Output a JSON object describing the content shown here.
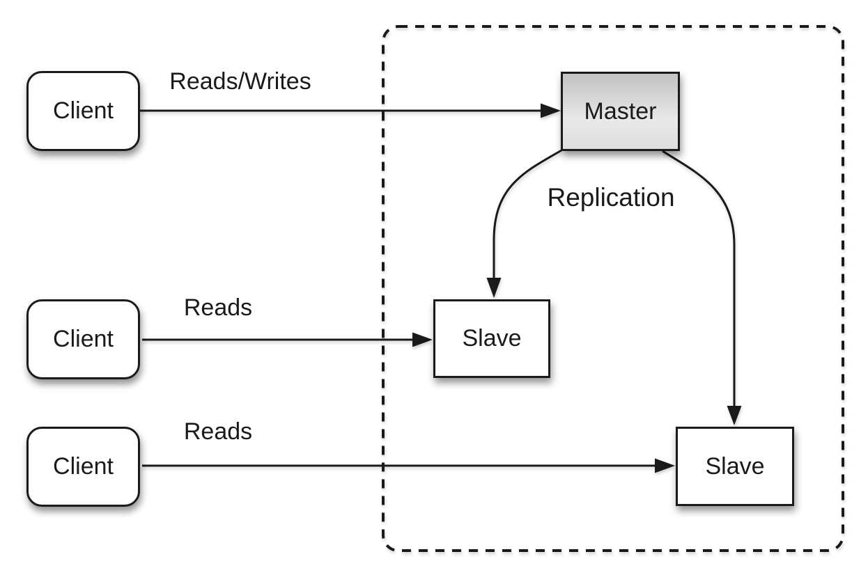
{
  "diagram": {
    "description": "Master-slave database replication topology",
    "nodes": {
      "client1": {
        "label": "Client"
      },
      "client2": {
        "label": "Client"
      },
      "client3": {
        "label": "Client"
      },
      "master": {
        "label": "Master"
      },
      "slave1": {
        "label": "Slave"
      },
      "slave2": {
        "label": "Slave"
      }
    },
    "edges": [
      {
        "from": "client1",
        "to": "master",
        "label": "Reads/Writes"
      },
      {
        "from": "client2",
        "to": "slave1",
        "label": "Reads"
      },
      {
        "from": "client3",
        "to": "slave2",
        "label": "Reads"
      },
      {
        "from": "master",
        "to": "slave1",
        "label": "Replication"
      },
      {
        "from": "master",
        "to": "slave2",
        "label": ""
      }
    ],
    "boundary": {
      "style": "dashed",
      "contains": [
        "master",
        "slave1",
        "slave2"
      ]
    },
    "colors": {
      "stroke": "#1a1a1a",
      "node_fill": "#ffffff",
      "master_gradient_top": "#c2c2c2",
      "master_gradient_bottom": "#e9e9e9",
      "background": "#ffffff"
    }
  }
}
